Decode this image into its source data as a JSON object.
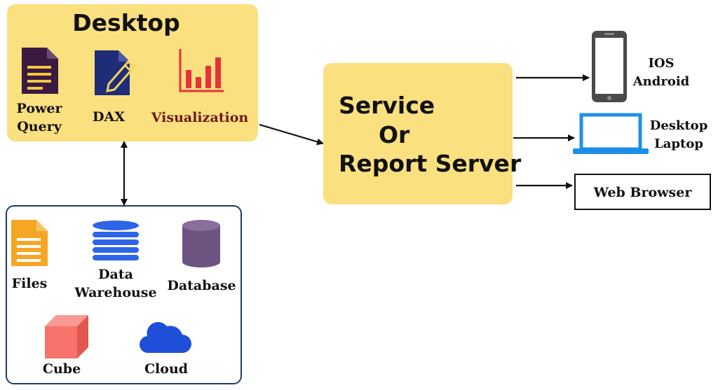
{
  "desktop": {
    "title": "Desktop",
    "items": [
      {
        "label_line1": "Power",
        "label_line2": "Query",
        "icon": "document-icon"
      },
      {
        "label": "DAX",
        "icon": "edit-document-icon"
      },
      {
        "label": "Visualization",
        "icon": "bar-chart-icon"
      }
    ]
  },
  "service": {
    "line1": "Service",
    "line2": "Or",
    "line3": "Report Server"
  },
  "outputs": [
    {
      "line1": "IOS",
      "line2": "Android",
      "icon": "smartphone-icon"
    },
    {
      "line1": "Desktop",
      "line2": "Laptop",
      "icon": "laptop-icon"
    },
    {
      "label": "Web Browser"
    }
  ],
  "sources": [
    {
      "label": "Files",
      "icon": "file-icon"
    },
    {
      "line1": "Data",
      "line2": "Warehouse",
      "icon": "stacked-database-icon"
    },
    {
      "label": "Database",
      "icon": "cylinder-database-icon"
    },
    {
      "label": "Cube",
      "icon": "cube-icon"
    },
    {
      "label": "Cloud",
      "icon": "cloud-icon"
    }
  ],
  "colors": {
    "box_fill": "#fbe07f",
    "visualization_text": "#6b1a1a",
    "icon_dark_purple": "#3a1a40",
    "icon_navy": "#1f2c78",
    "icon_red": "#e8313b",
    "icon_orange": "#f5a623",
    "icon_blue": "#2e64e8",
    "icon_purple": "#6e5480",
    "icon_salmon": "#f5736a",
    "laptop_blue": "#1e8fe8",
    "border_navy": "#1e3a6a"
  }
}
